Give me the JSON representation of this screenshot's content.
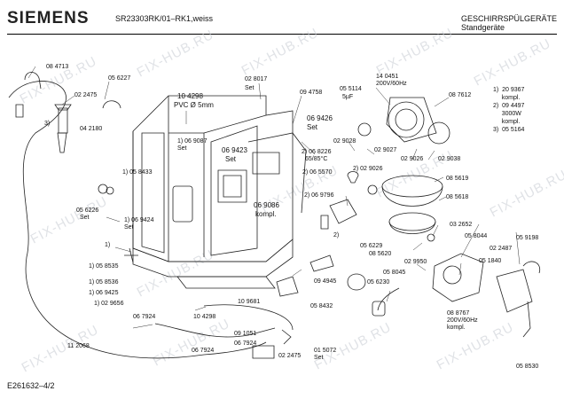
{
  "header": {
    "brand": "SIEMENS",
    "model": "SR23303RK/01–RK1,weiss",
    "category": "GESCHIRRSPÜLGERÄTE",
    "subcategory": "Standgeräte"
  },
  "footer": {
    "doc_id": "E261632–4/2"
  },
  "watermark": "FIX-HUB.RU",
  "legend": [
    "1)  20 9367",
    "     kompl.",
    "2)  09 4497",
    "     3000W",
    "     kompl.",
    "3)  05 5164"
  ],
  "parts": {
    "p084713": "08 4713",
    "p022475a": "02 2475",
    "p042180": "04 2180",
    "p056227": "05 6227",
    "p104298": "10 4298",
    "pvc": "PVC Ø 5mm",
    "p028017": "02 8017",
    "p094758": "09 4758",
    "p140451": "14 0451",
    "v200": "200V/60Hz",
    "p055114": "05 5114",
    "uf": "5µF",
    "p087612": "08 7612",
    "p069087": "1) 06 9087",
    "set1": "Set",
    "p069426": "06 9426",
    "set2": "Set",
    "p029028": "02 9028",
    "p029027": "02 9027",
    "p068226": "2) 06 8226",
    "temp": "65/85°C",
    "p069423": "06 9423",
    "set3": "Set",
    "p058433": "1) 05 8433",
    "p065570": "2) 06 5570",
    "p029026a": "2) 02 9026",
    "p029026b": "02 9026",
    "p029038": "02 9038",
    "p085619": "08 5619",
    "p085618": "08 5618",
    "p056226": "05 6226",
    "set4": "Set",
    "p069796": "2) 06 9796",
    "p069086": "06 9086",
    "kompl1": "kompl.",
    "p069424": "1) 06 9424",
    "set5": "Set",
    "fn1": "1)",
    "fn2": "2)",
    "fn3": "3)",
    "p056229": "05 6229",
    "p085620": "08 5620",
    "p032652": "03 2652",
    "p058044": "05 8044",
    "p022487": "02 2487",
    "p059198": "05 9198",
    "p058535": "1) 05 8535",
    "p058536": "1) 05 8536",
    "p069425": "1) 06 9425",
    "p029656": "1) 02 9656",
    "p094945": "09 4945",
    "p029950": "02 9950",
    "p058045": "05 8045",
    "p056230": "05 6230",
    "p051840": "05 1840",
    "p109681": "10 9681",
    "p058432": "05 8432",
    "p067924a": "06 7924",
    "p104298b": "10 4298",
    "p091051": "09 1051",
    "p067924b": "06 7924",
    "p067924c": "06 7924",
    "p112068": "11 2068",
    "p022475b": "02 2475",
    "p015072": "01 5072",
    "set6": "Set",
    "p088767": "08 8767",
    "v200b": "200V/60Hz",
    "kompl2": "kompl.",
    "p058530": "05 8530"
  }
}
